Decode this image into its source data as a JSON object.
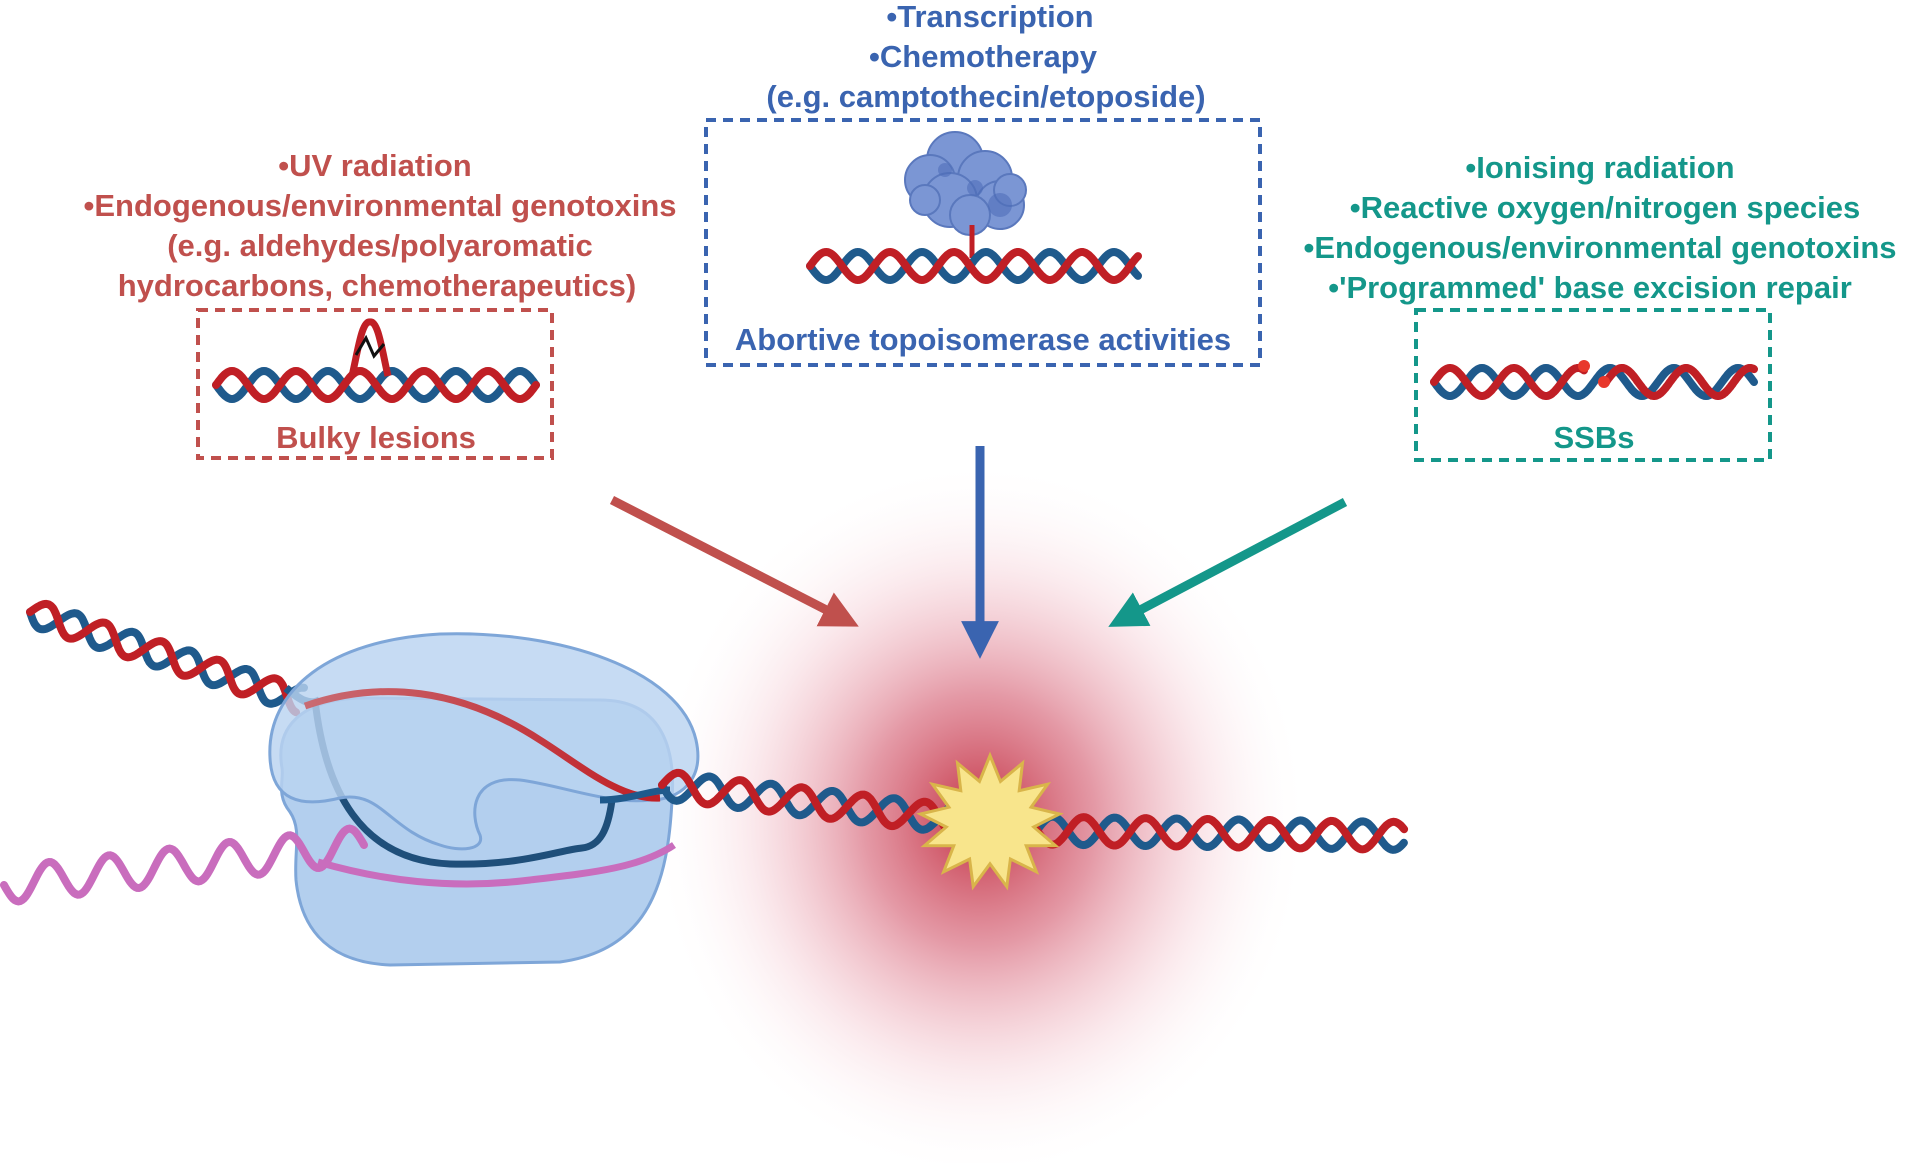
{
  "colors": {
    "red_source": "#c0504d",
    "blue_source": "#3a64b0",
    "teal_source": "#14978a",
    "dna_red": "#c01f25",
    "dna_blue": "#1f5a8c",
    "mrna": "#c96dbd",
    "ribosome": "#b3cfee",
    "break_star": "#f8e58c"
  },
  "left_source": {
    "lines": [
      "•UV radiation",
      "•Endogenous/environmental genotoxins",
      "(e.g. aldehydes/polyaromatic",
      "hydrocarbons, chemotherapeutics)"
    ],
    "box_label": "Bulky lesions"
  },
  "center_source": {
    "lines": [
      "•Transcription",
      "•Chemotherapy",
      "(e.g. camptothecin/etoposide)"
    ],
    "box_label": "Abortive topoisomerase activities"
  },
  "right_source": {
    "lines": [
      "•Ionising radiation",
      "•Reactive oxygen/nitrogen species",
      "•Endogenous/environmental genotoxins",
      "•'Programmed' base excision repair"
    ],
    "box_label": "SSBs"
  },
  "icons": {
    "left_box": "dna-bulky-lesion-icon",
    "center_box": "topoisomerase-dna-icon",
    "right_box": "dna-single-strand-break-icon",
    "bottom": "transcribing-rna-polymerase-icon",
    "damage": "dna-break-star-icon"
  }
}
